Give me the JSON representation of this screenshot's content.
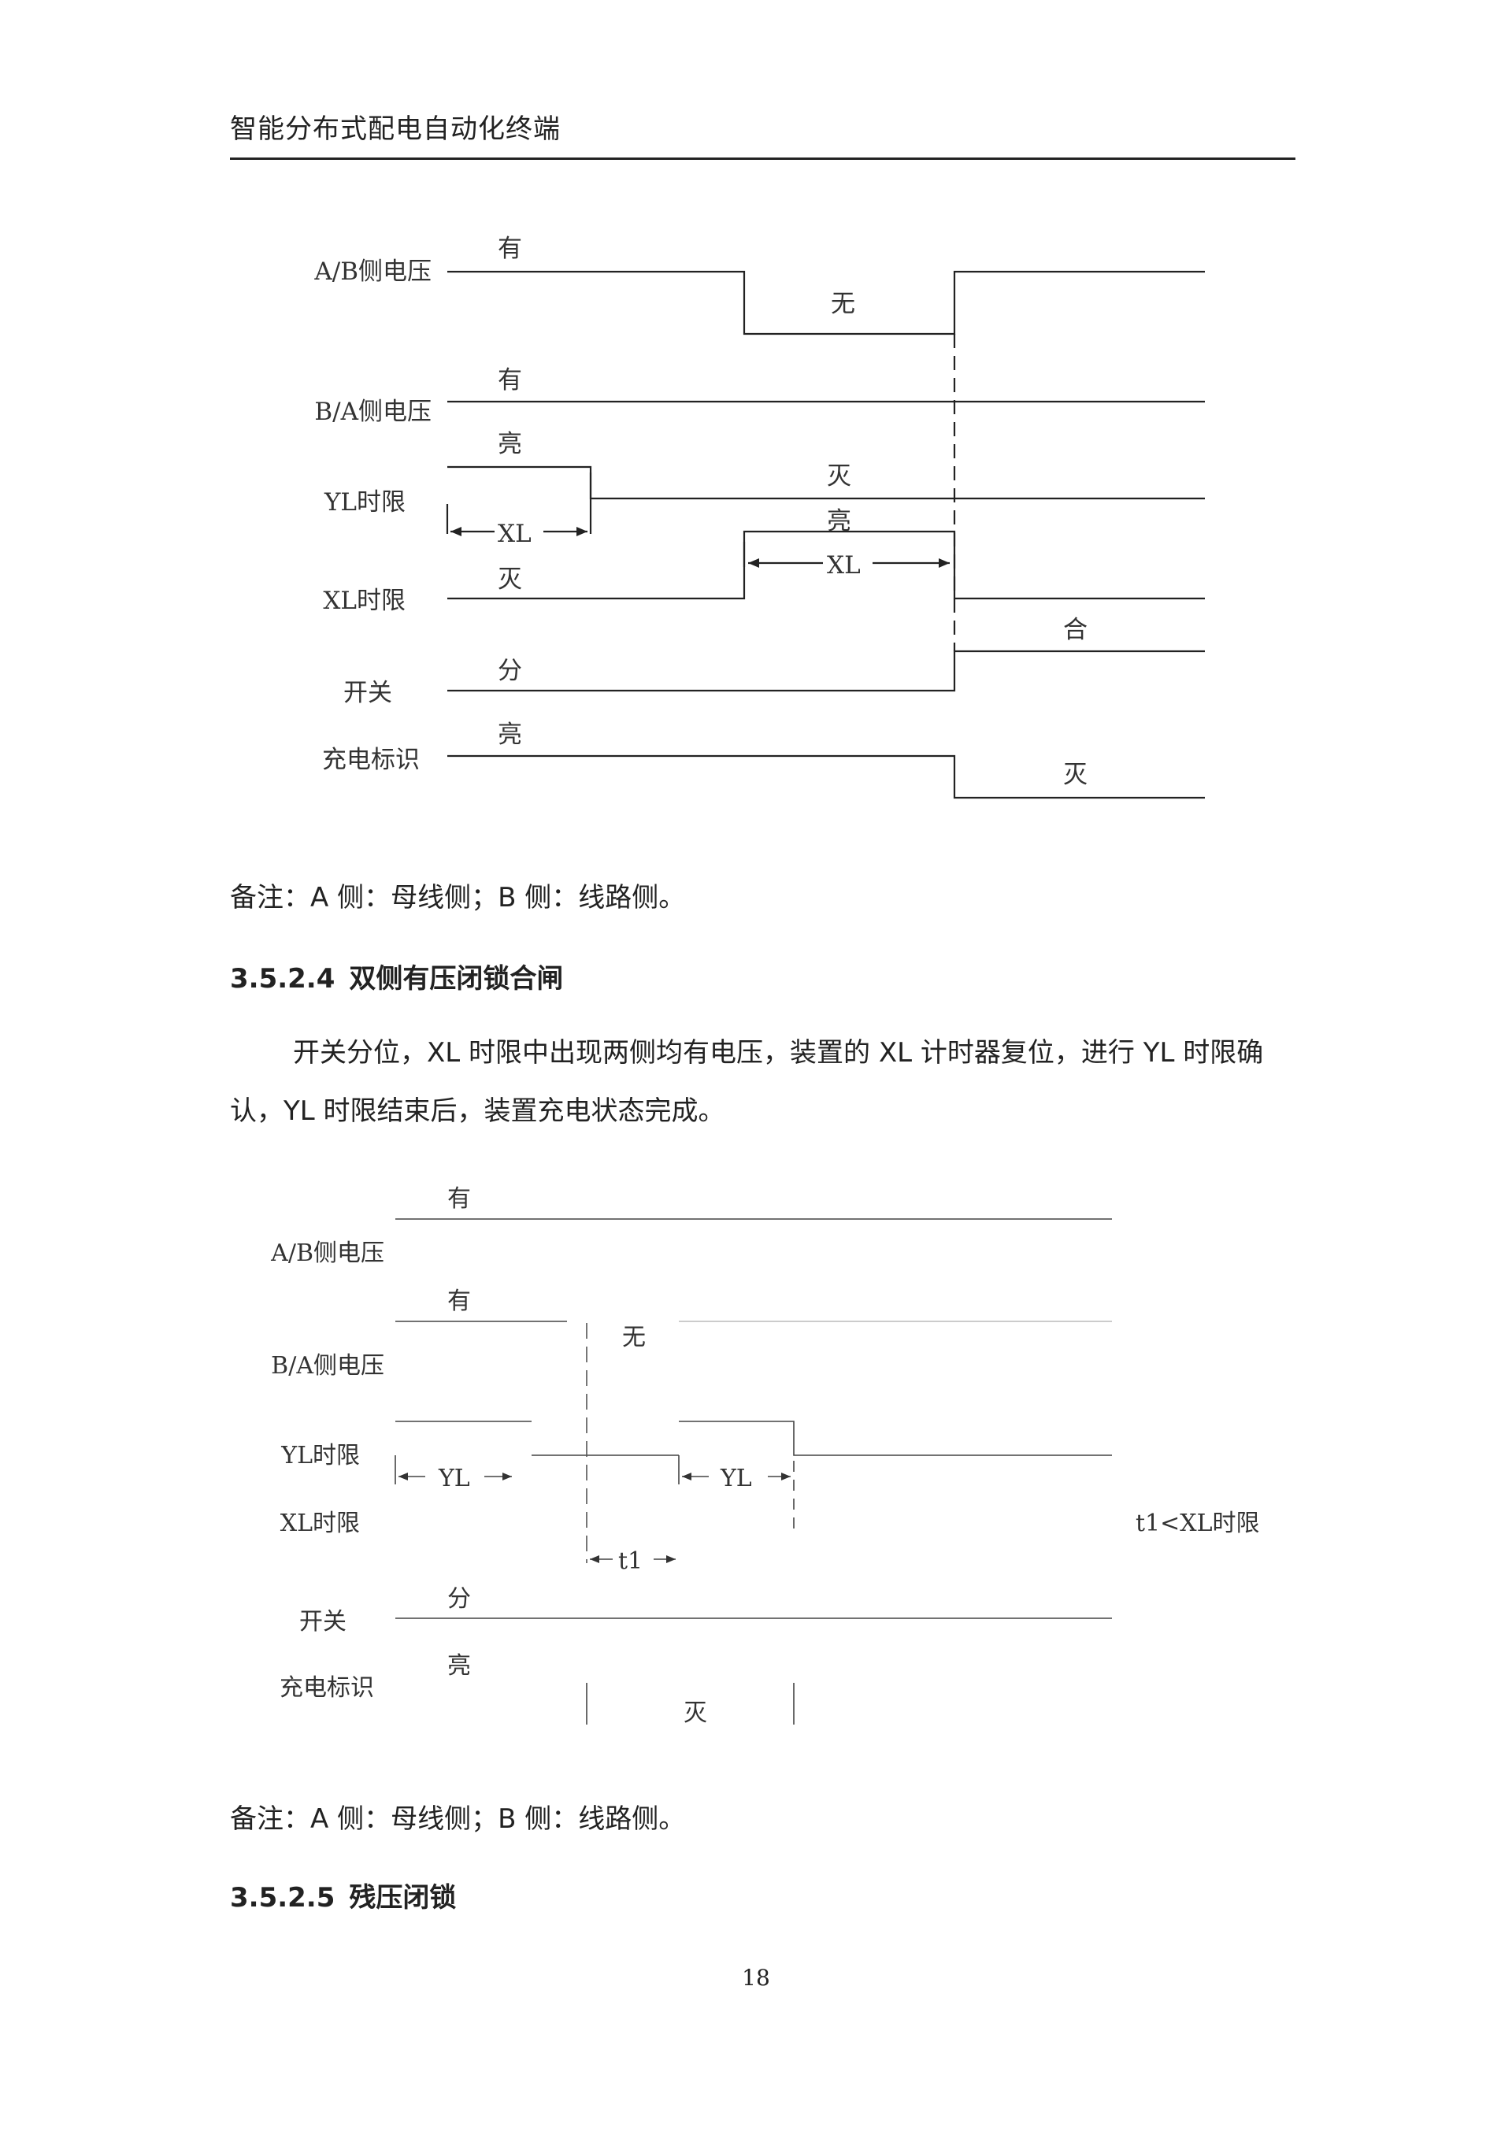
{
  "header": {
    "title": "智能分布式配电自动化终端"
  },
  "diagram1": {
    "rows": {
      "ab_voltage": "A/B侧电压",
      "ba_voltage": "B/A侧电压",
      "yl_limit": "YL时限",
      "xl_limit": "XL时限",
      "switch": "开关",
      "charge": "充电标识"
    },
    "labels": {
      "ab_on": "有",
      "ab_off": "无",
      "ba_on": "有",
      "yl_lit": "亮",
      "yl_out": "灭",
      "yl_xl": "XL",
      "xl_lit": "亮",
      "xl_out": "灭",
      "xl_xl": "XL",
      "sw_open": "分",
      "sw_close": "合",
      "ch_lit": "亮",
      "ch_out": "灭"
    }
  },
  "note1": "备注：A 侧：母线侧；B 侧：线路侧。",
  "section1": {
    "number": "3.5.2.4",
    "title": "双侧有压闭锁合闸"
  },
  "paragraph1": "开关分位，XL 时限中出现两侧均有电压，装置的 XL 计时器复位，进行 YL 时限确认，YL 时限结束后，装置充电状态完成。",
  "diagram2": {
    "rows": {
      "ab_voltage": "A/B侧电压",
      "ba_voltage": "B/A侧电压",
      "yl_limit": "YL时限",
      "xl_limit": "XL时限",
      "switch": "开关",
      "charge": "充电标识"
    },
    "labels": {
      "ab_on": "有",
      "ba_on": "有",
      "ba_off": "无",
      "yl_1": "YL",
      "yl_2": "YL",
      "t1": "t1",
      "t1_note": "t1<XL时限",
      "sw_open": "分",
      "ch_lit": "亮",
      "ch_out": "灭"
    }
  },
  "note2": "备注：A 侧：母线侧；B 侧：线路侧。",
  "section2": {
    "number": "3.5.2.5",
    "title": "残压闭锁"
  },
  "page_number": "18"
}
